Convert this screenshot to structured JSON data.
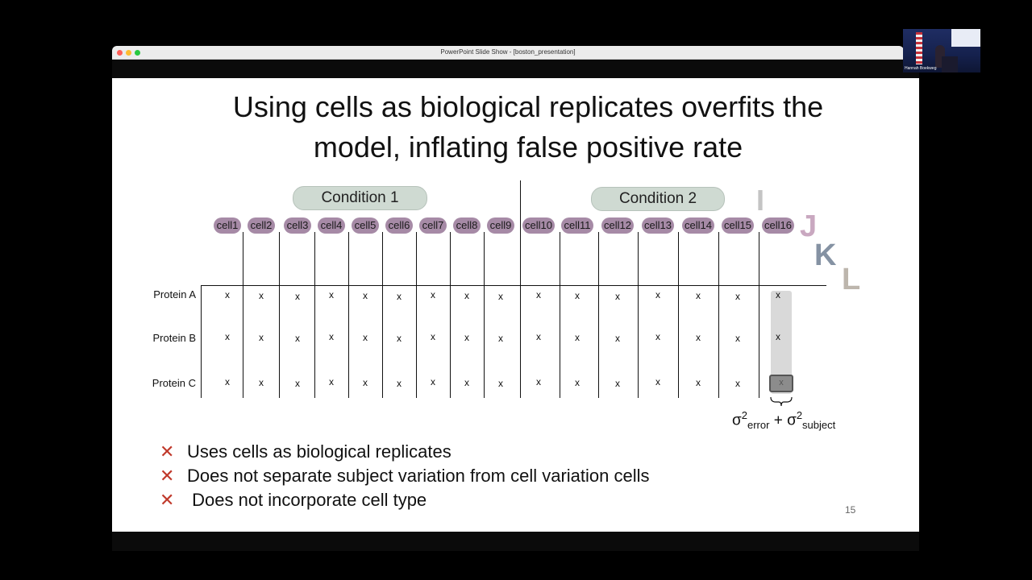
{
  "window": {
    "title": "PowerPoint Slide Show - [boston_presentation]"
  },
  "webcam": {
    "name": "Hannah Boekweg"
  },
  "slide": {
    "title_line1": "Using cells as biological replicates overfits the",
    "title_line2": "model, inflating false positive rate",
    "conditions": [
      "Condition 1",
      "Condition 2"
    ],
    "cells": [
      "cell1",
      "cell2",
      "cell3",
      "cell4",
      "cell5",
      "cell6",
      "cell7",
      "cell8",
      "cell9",
      "cell10",
      "cell11",
      "cell12",
      "cell13",
      "cell14",
      "cell15",
      "cell16"
    ],
    "proteins": [
      "Protein A",
      "Protein B",
      "Protein C"
    ],
    "mark": "x",
    "letters": [
      "I",
      "J",
      "K",
      "L"
    ],
    "sigma": {
      "sigma": "σ",
      "sup": "2",
      "error": "error",
      "plus": " + ",
      "subject": "subject"
    },
    "bullets": [
      "Uses cells as biological replicates",
      "Does not separate subject variation from cell variation cells",
      " Does not incorporate cell type"
    ],
    "bullet_icon": "✕",
    "slide_number": "15"
  },
  "colors": {
    "cell_pill": "#a68aa6",
    "condition_pill": "#cfdad2",
    "bullet_x": "#c0392b",
    "letter_I": "#c4c4c4",
    "letter_J": "#c9a8c0",
    "letter_K": "#8592a3",
    "letter_L": "#bdb6ad"
  }
}
